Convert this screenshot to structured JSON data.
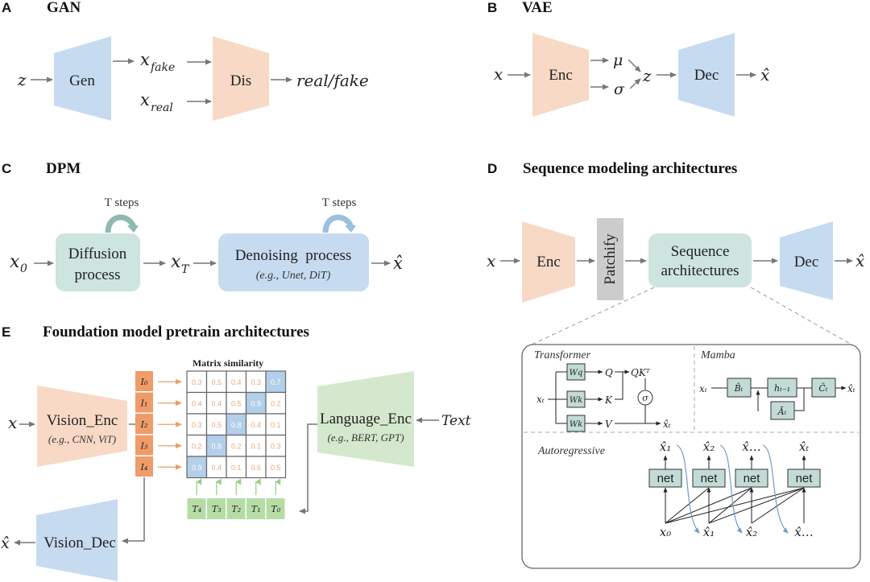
{
  "colors": {
    "orange_fill": "#f8d9c6",
    "blue_fill": "#c6dbf0",
    "green_fill": "#d4e8cd",
    "teal_fill": "#cde4df",
    "gray_fill": "#cccccc",
    "token_orange": "#ef9c6a",
    "token_green": "#b6dca6",
    "matrix_highlight": "#b3cfea",
    "arrow": "#777777",
    "box_teal": "#c2dbd6"
  },
  "panelA": {
    "letter": "A",
    "title": "GAN",
    "input": "z",
    "gen_label": "Gen",
    "x_fake_base": "x",
    "x_fake_sub": "fake",
    "x_real_base": "x",
    "x_real_sub": "real",
    "dis_label": "Dis",
    "output": "real/fake"
  },
  "panelB": {
    "letter": "B",
    "title": "VAE",
    "input": "x",
    "enc_label": "Enc",
    "mu": "μ",
    "sigma": "σ",
    "latent": "z",
    "dec_label": "Dec",
    "output": "x̂"
  },
  "panelC": {
    "letter": "C",
    "title": "DPM",
    "input_base": "x",
    "input_sub": "0",
    "diffusion_line1": "Diffusion",
    "diffusion_line2": "process",
    "diffusion_loop": "T steps",
    "mid_base": "x",
    "mid_sub": "T",
    "denoise_line1": "Denoising  process",
    "denoise_line2": "(e.g., Unet, DiT)",
    "denoise_loop": "T steps",
    "output": "x̂"
  },
  "panelD": {
    "letter": "D",
    "title": "Sequence modeling architectures",
    "input": "x",
    "enc_label": "Enc",
    "patchify_label": "Patchify",
    "seq_line1": "Sequence",
    "seq_line2": "architectures",
    "dec_label": "Dec",
    "output": "x̂",
    "transformer": {
      "title": "Transformer",
      "input": "xₜ",
      "weights": [
        "Wq",
        "Wk",
        "Wk"
      ],
      "outputs": [
        "Q",
        "K",
        "V"
      ],
      "qk": "QKᵀ",
      "softmax": "σ",
      "result": "x̂ₜ"
    },
    "mamba": {
      "title": "Mamba",
      "input": "xₜ",
      "b_block": "B̄ₜ",
      "h_block": "hₜ₋₁",
      "c_block": "C̄ₜ",
      "a_block": "Āₜ",
      "result": "x̂ₜ"
    },
    "autoregressive": {
      "title": "Autoregressive",
      "net_label": "net",
      "top_outputs": [
        "x̂₁",
        "x̂₂",
        "x̂…",
        "x̂ₜ"
      ],
      "bottom_inputs": [
        "x₀",
        "x̂₁",
        "x̂₂",
        "x̂…"
      ]
    }
  },
  "panelE": {
    "letter": "E",
    "title": "Foundation model pretrain architectures",
    "input": "x",
    "vision_enc_line1": "Vision_Enc",
    "vision_enc_line2": "(e.g., CNN, ViT)",
    "image_tokens": [
      "I₀",
      "I₁",
      "I₂",
      "I₃",
      "I₄"
    ],
    "matrix_title": "Matrix similarity",
    "matrix": [
      [
        "0.3",
        "0.5",
        "0.4",
        "0.3",
        "0.7"
      ],
      [
        "0.4",
        "0.4",
        "0.5",
        "0.9",
        "0.2"
      ],
      [
        "0.3",
        "0.5",
        "0.8",
        "0.4",
        "0.1"
      ],
      [
        "0.2",
        "0.8",
        "0.2",
        "0.1",
        "0.3"
      ],
      [
        "0.9",
        "0.4",
        "0.1",
        "0.6",
        "0.5"
      ]
    ],
    "highlighted_cells": [
      [
        0,
        4
      ],
      [
        1,
        3
      ],
      [
        2,
        2
      ],
      [
        3,
        1
      ],
      [
        4,
        0
      ]
    ],
    "text_tokens": [
      "T₄",
      "T₃",
      "T₂",
      "T₁",
      "T₀"
    ],
    "language_enc_line1": "Language_Enc",
    "language_enc_line2": "(e.g., BERT, GPT)",
    "text_input": "Text",
    "vision_dec_label": "Vision_Dec",
    "output": "x̂"
  }
}
